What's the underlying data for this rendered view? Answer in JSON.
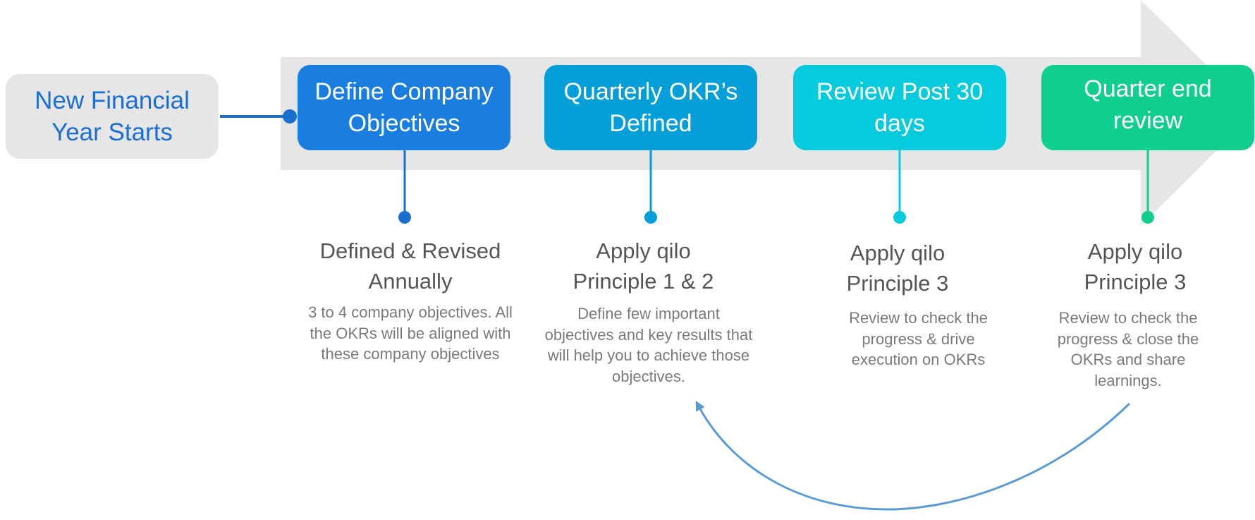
{
  "start": {
    "label": "New Financial Year Starts"
  },
  "steps": [
    {
      "title": "Define Company Objectives",
      "heading": "Defined & Revised Annually",
      "description": "3 to 4 company objectives. All the OKRs will be aligned with these company objectives",
      "color": "#1a7de0"
    },
    {
      "title": "Quarterly OKR’s Defined",
      "heading": "Apply qilo Principle 1 & 2",
      "description": "Define few important objectives and key results that will help you to achieve those objectives.",
      "color": "#049fd9"
    },
    {
      "title": "Review Post 30 days",
      "heading": "Apply qilo Principle 3",
      "description": "Review to check the progress & drive execution on OKRs",
      "color": "#06cbdc"
    },
    {
      "title": "Quarter end review",
      "heading": "Apply qilo Principle 3",
      "description": "Review to check the progress & close the OKRs and share learnings.",
      "color": "#10cf8c"
    }
  ],
  "colors": {
    "arrow_band": "#e6e6e6",
    "start_text": "#1b6fd2",
    "connector": "#1a6fcc",
    "loop_arrow": "#5b9bd5"
  }
}
